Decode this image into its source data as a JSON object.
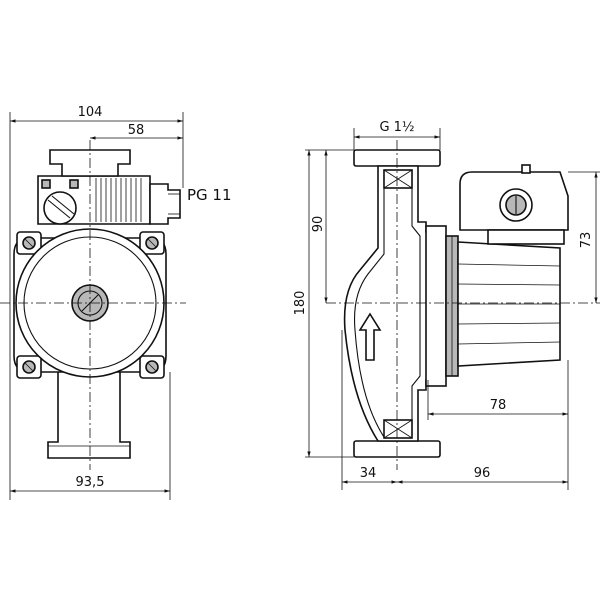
{
  "drawing": {
    "thread_label": "G 1½",
    "cable_gland_label": "PG 11",
    "dimensions": {
      "front_total_width": "104",
      "front_gland_width": "58",
      "front_bottom_width": "93,5",
      "side_total_height": "180",
      "side_upper_height": "90",
      "side_motor_height": "73",
      "side_motor_length": "78",
      "side_port_offset": "34",
      "side_motor_extent": "96"
    }
  }
}
